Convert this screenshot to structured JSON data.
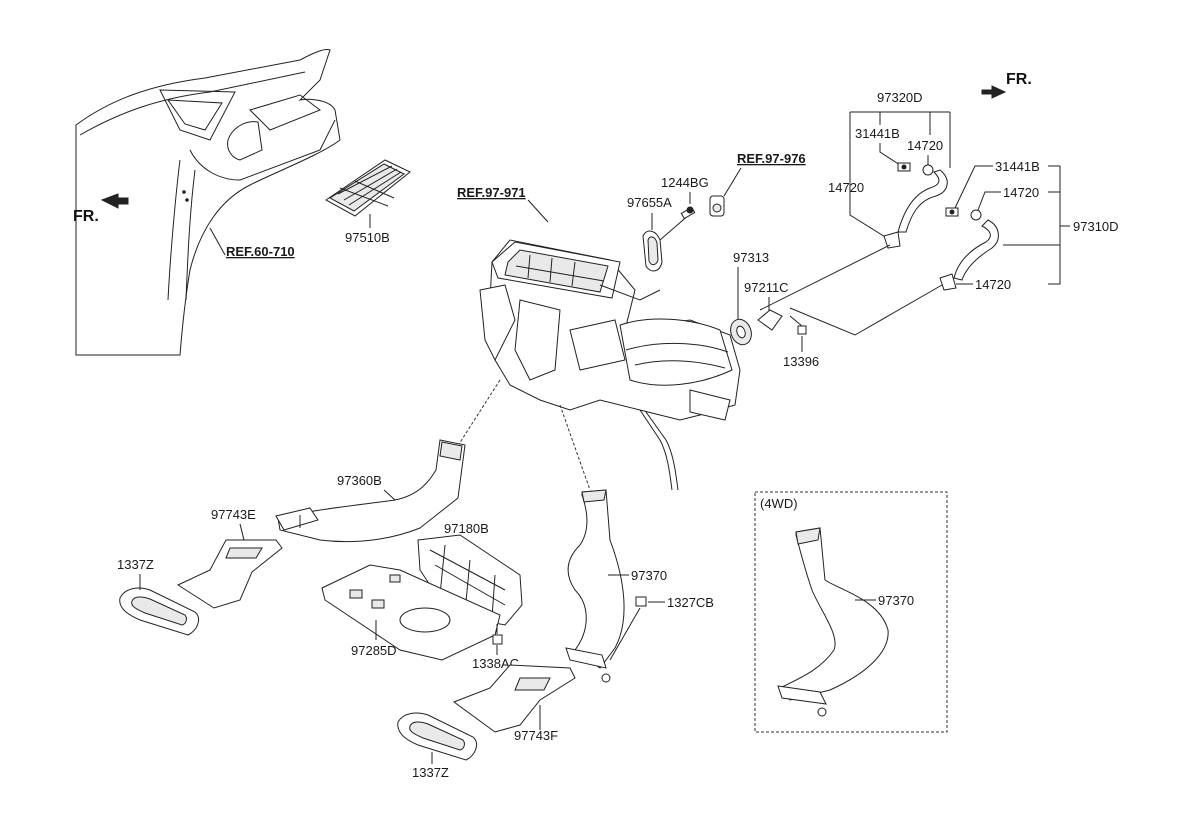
{
  "references": {
    "ref_60_710": "REF.60-710",
    "ref_97_971": "REF.97-971",
    "ref_97_976": "REF.97-976"
  },
  "direction": {
    "fr_left": "FR.",
    "fr_right": "FR."
  },
  "part_numbers": {
    "p97510B": "97510B",
    "p1244BG": "1244BG",
    "p97655A": "97655A",
    "p97320D": "97320D",
    "p31441B_a": "31441B",
    "p14720_a": "14720",
    "p14720_b": "14720",
    "p31441B_b": "31441B",
    "p14720_c": "14720",
    "p97310D": "97310D",
    "p97313": "97313",
    "p97211C": "97211C",
    "p14720_d": "14720",
    "p13396": "13396",
    "p97360B": "97360B",
    "p97743E": "97743E",
    "p1337Z_a": "1337Z",
    "p97180B": "97180B",
    "p97285D": "97285D",
    "p1338AC": "1338AC",
    "p97370_a": "97370",
    "p1327CB": "1327CB",
    "p97743F": "97743F",
    "p1337Z_b": "1337Z",
    "p97370_b": "97370"
  },
  "variant_box": {
    "label": "(4WD)"
  }
}
